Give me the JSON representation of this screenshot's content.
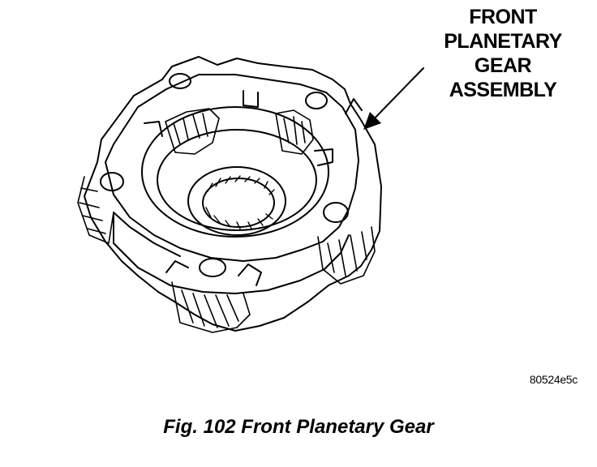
{
  "callout": {
    "lines": [
      "FRONT",
      "PLANETARY",
      "GEAR",
      "ASSEMBLY"
    ]
  },
  "figure_code": "80524e5c",
  "caption": "Fig. 102 Front Planetary Gear",
  "colors": {
    "ink": "#000000",
    "paper": "#ffffff"
  }
}
